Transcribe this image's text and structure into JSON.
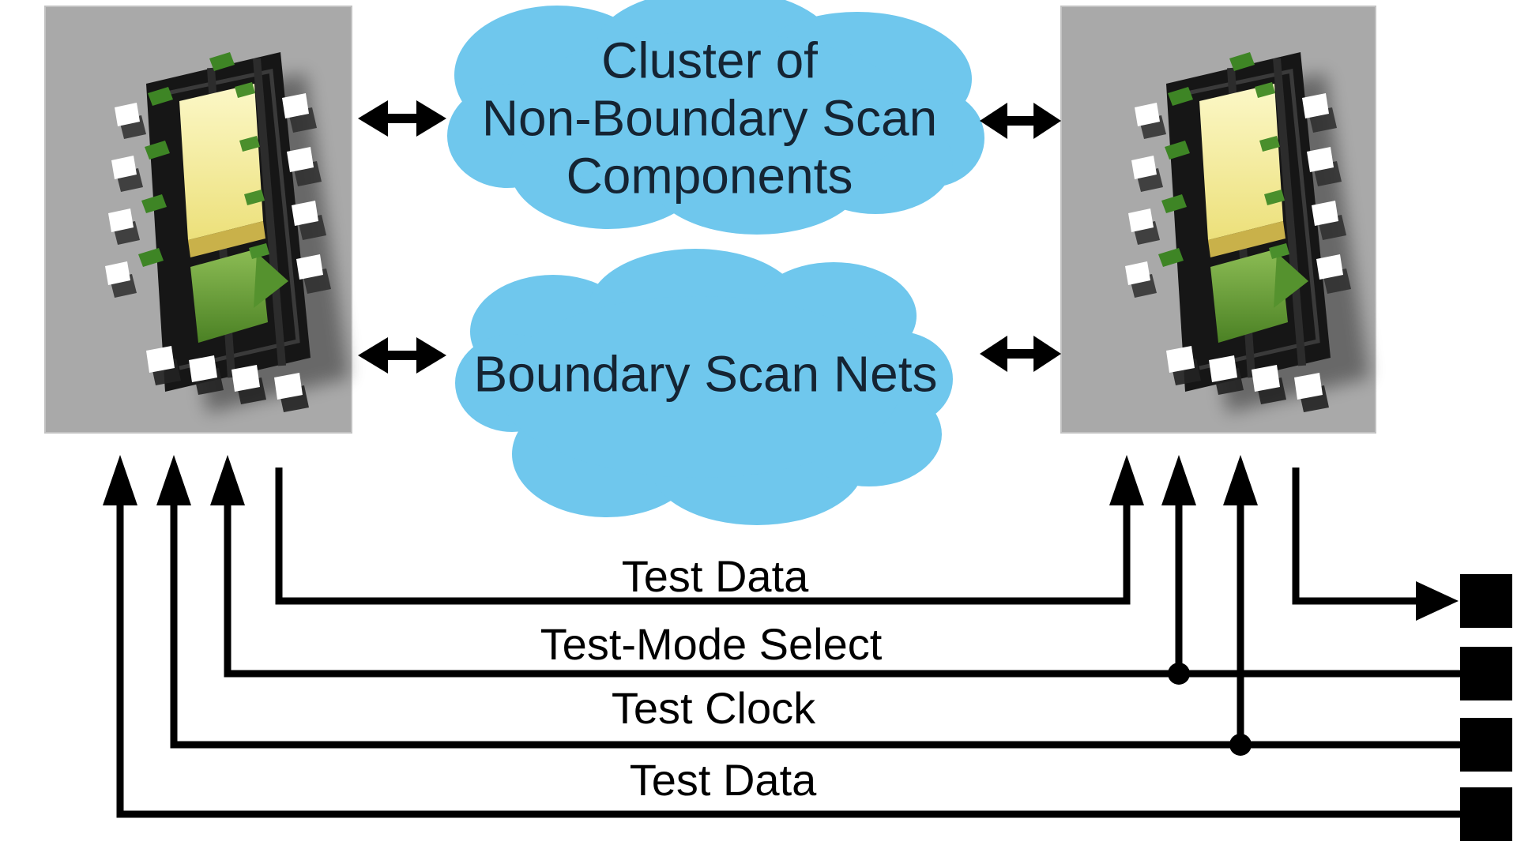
{
  "diagram": {
    "clouds": {
      "top": {
        "lines": [
          "Cluster of",
          "Non-Boundary Scan",
          "Components"
        ]
      },
      "bottom": {
        "label": "Boundary Scan Nets"
      }
    },
    "signals": [
      {
        "label": "Test Data"
      },
      {
        "label": "Test-Mode Select"
      },
      {
        "label": "Test Clock"
      },
      {
        "label": "Test Data"
      }
    ],
    "colors": {
      "cloud": "#6fc7ed",
      "cloud_text": "#152433",
      "wire": "#000000",
      "label_text": "#000000",
      "panel": "#a9a9a9",
      "panel_edge": "#c2c2c2",
      "chip_body": "#161616",
      "die_yellow": "#f4ef8e",
      "die_green": "#5f9c33",
      "pad_green": "#3e8525",
      "pin_white": "#ffffff"
    }
  }
}
